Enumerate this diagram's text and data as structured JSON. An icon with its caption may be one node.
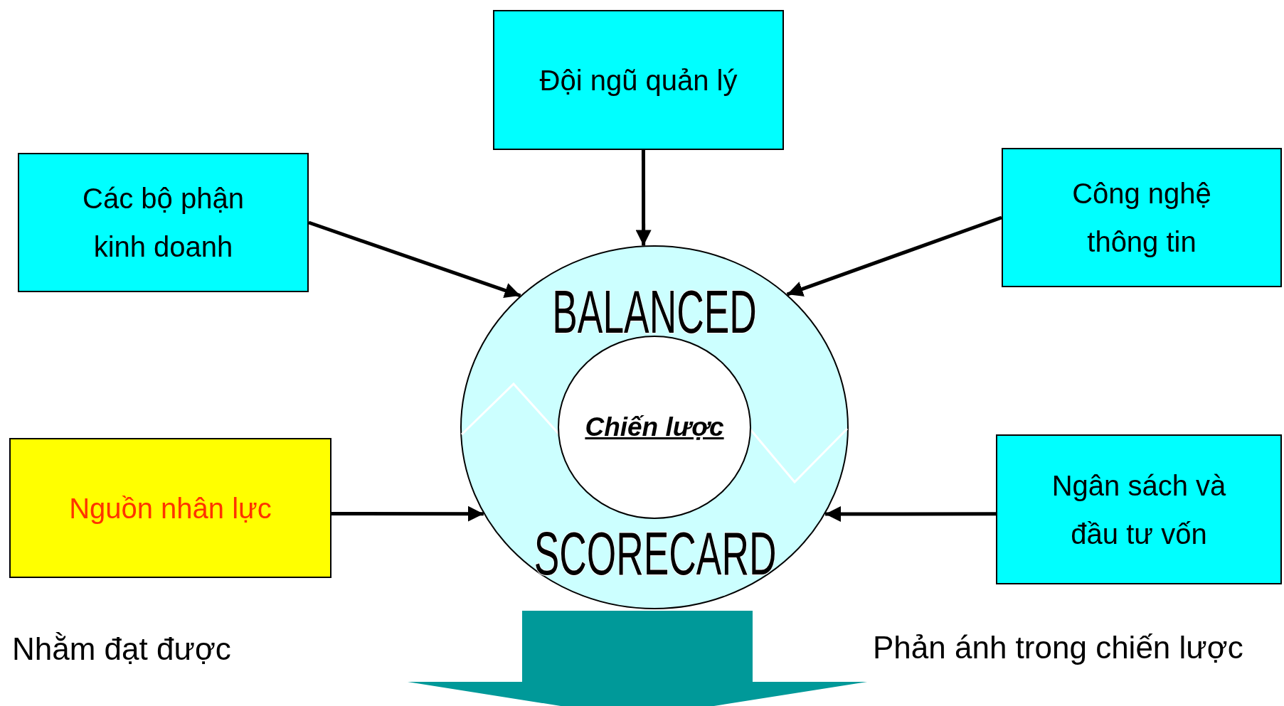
{
  "diagram": {
    "nodes": [
      {
        "text": [
          "Đội ngũ quản lý"
        ]
      },
      {
        "text": [
          "Các bộ phận kinh doanh"
        ]
      },
      {
        "text": [
          "Công nghệ thông tin"
        ]
      },
      {
        "text": [
          "Nguồn nhân lực"
        ]
      },
      {
        "text": [
          "Ngân sách và đầu tư vốn"
        ]
      },
      {
        "text": [
          "BALANCED",
          "SCORECARD"
        ]
      },
      {
        "text": [
          "Chiến lược"
        ],
        "in": 5
      }
    ],
    "edges": [
      {
        "from": 0,
        "to": 5,
        "arrow": "to"
      },
      {
        "from": 1,
        "to": 5,
        "arrow": "to"
      },
      {
        "from": 2,
        "to": 5,
        "arrow": "to"
      },
      {
        "from": 3,
        "to": 5,
        "arrow": "to"
      },
      {
        "from": 4,
        "to": 5,
        "arrow": "to"
      },
      {
        "from": 5,
        "to": null,
        "arrow": "to",
        "style": "thick",
        "color": "#009999"
      }
    ],
    "labels": [
      "Nhằm đạt được",
      "Phản ánh trong chiến lược"
    ]
  }
}
